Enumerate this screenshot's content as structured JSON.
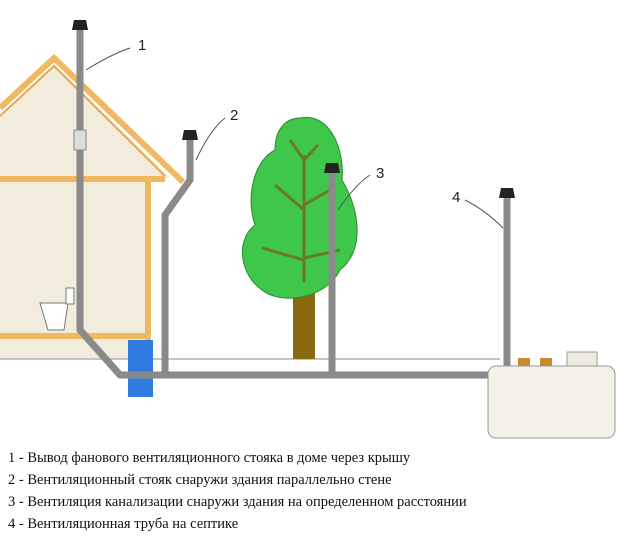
{
  "callouts": [
    "1",
    "2",
    "3",
    "4"
  ],
  "legend": [
    "1 - Вывод фанового вентиляционного стояка в доме через крышу",
    "2 - Вентиляционный стояк снаружи здания параллельно стене",
    "3 - Вентиляция канализации снаружи здания на определенном расстоянии",
    "4 - Вентиляционная труба на септике"
  ],
  "colors": {
    "pipe": "#8a8a8a",
    "wood": "#f0b860",
    "wall": "#f1ecdc",
    "tree": "#3ec74a",
    "trunk": "#8a6a10",
    "riser": "#2f7be0"
  }
}
